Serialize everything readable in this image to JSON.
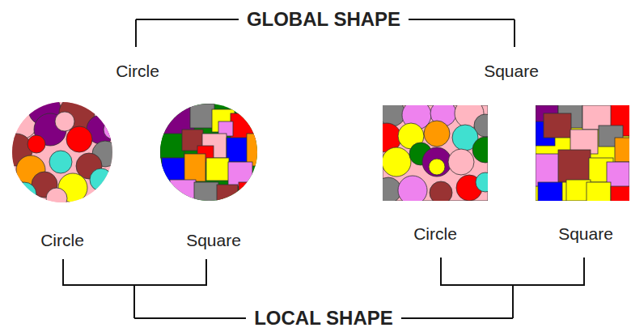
{
  "diagram": {
    "labels": [
      "GLOBAL SHAPE",
      "Circle",
      "Square",
      "Circle",
      "Square",
      "Circle",
      "Square",
      "LOCAL SHAPE"
    ]
  }
}
